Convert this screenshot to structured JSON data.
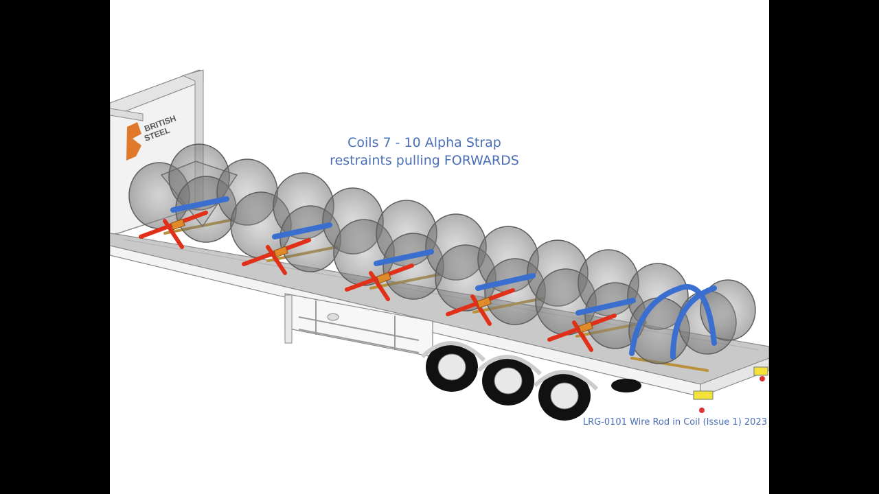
{
  "caption": {
    "line1": "Coils 7 - 10 Alpha Strap",
    "line2": "restraints pulling FORWARDS"
  },
  "logo": {
    "line1": "BRITISH",
    "line2": "STEEL"
  },
  "reference": "LRG-0101 Wire Rod in Coil (Issue 1) 2023",
  "colors": {
    "caption": "#4a6fb7",
    "strap_blue": "#3a6fd0",
    "strap_red": "#e0301a",
    "ratchet": "#e08a2a",
    "timber": "#d9b56a",
    "logo_orange": "#e07a2a"
  },
  "icons": {
    "logo": "british-steel-logo-icon"
  }
}
